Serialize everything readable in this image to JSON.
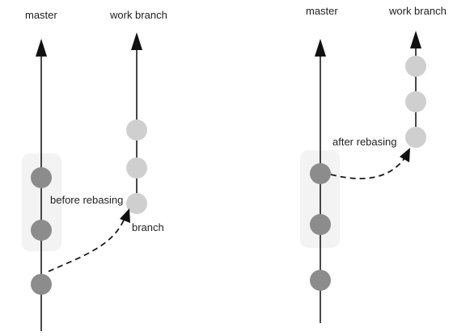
{
  "left_diagram": {
    "master_label": "master",
    "work_branch_label": "work branch",
    "annotation": "before rebasing",
    "branch_label": "branch"
  },
  "right_diagram": {
    "master_label": "master",
    "work_branch_label": "work branch",
    "annotation": "after rebasing"
  },
  "colors": {
    "line": "#1a1a1a",
    "master_commit": "#8c8c8c",
    "branch_commit": "#cfcfcf",
    "highlight": "#f3f3f3"
  }
}
